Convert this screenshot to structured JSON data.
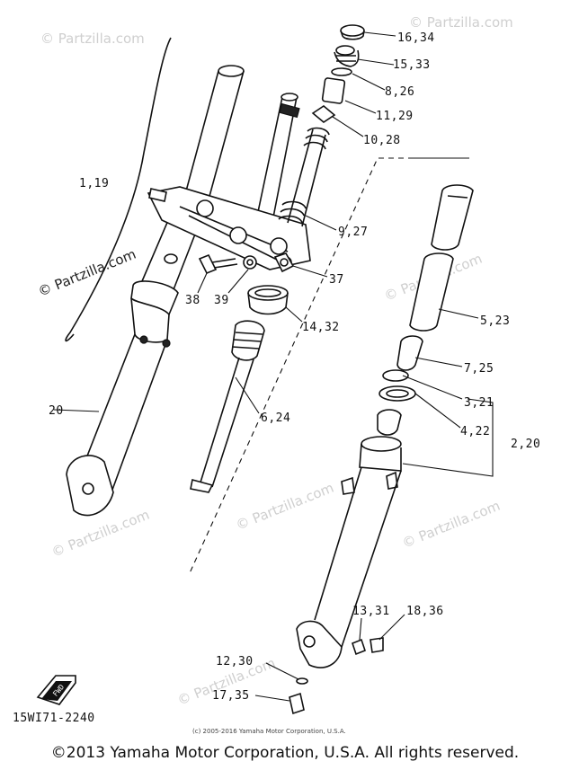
{
  "watermarks": [
    "© Partzilla.com",
    "© Partzilla.com",
    "© Partzilla.com",
    "© Partzilla.com",
    "© Partzilla.com",
    "© Partzilla.com",
    "© Partzilla.com",
    "© Partzilla.com"
  ],
  "callouts": {
    "c16_34": "16,34",
    "c15_33": "15,33",
    "c8_26": "8,26",
    "c11_29": "11,29",
    "c10_28": "10,28",
    "c1_19": "1,19",
    "c9_27": "9,27",
    "c37": "37",
    "c38": "38",
    "c39": "39",
    "c14_32": "14,32",
    "c5_23": "5,23",
    "c7_25": "7,25",
    "c3_21": "3,21",
    "c4_22": "4,22",
    "c2_20": "2,20",
    "c20": "20",
    "c6_24": "6,24",
    "c13_31": "13,31",
    "c18_36": "18,36",
    "c12_30": "12,30",
    "c17_35": "17,35"
  },
  "diagram_code": "15WI71-2240",
  "badge": "FWD",
  "small_copyright": "(c) 2005-2016 Yamaha Motor Corporation, U.S.A.",
  "footer": "©2013 Yamaha Motor Corporation, U.S.A. All rights reserved."
}
